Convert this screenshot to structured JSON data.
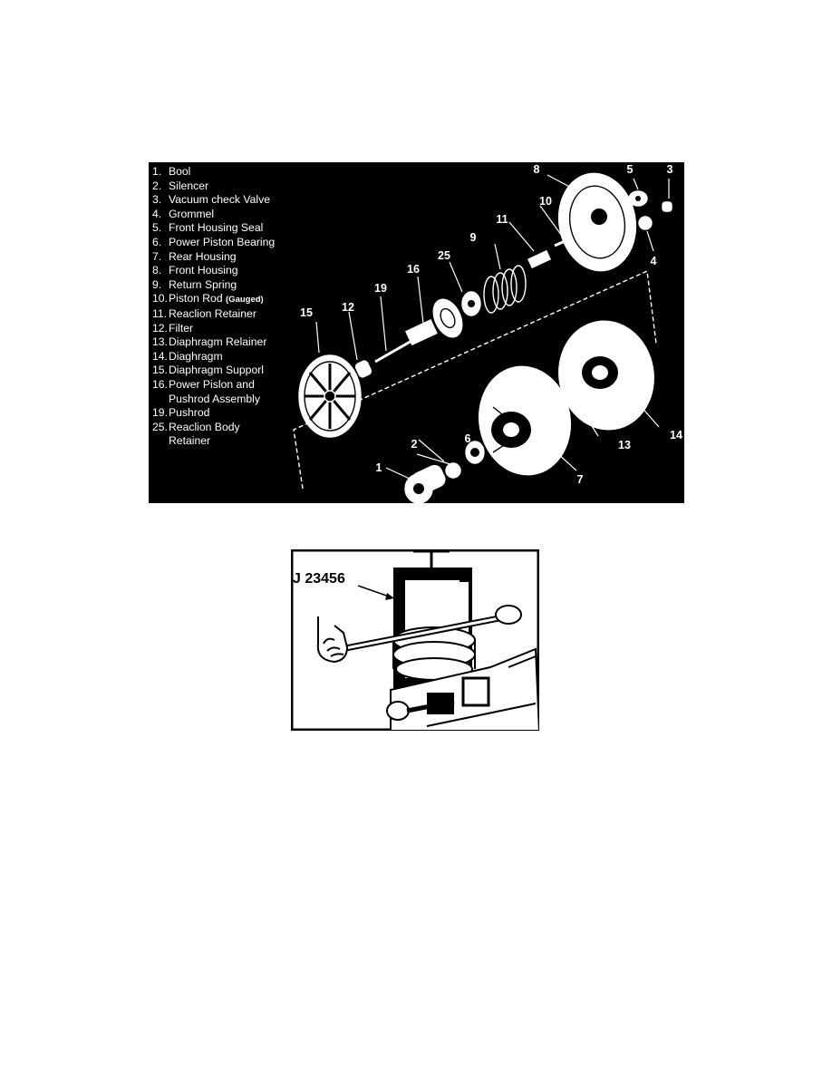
{
  "legend": [
    {
      "num": "1.",
      "text": "Bool"
    },
    {
      "num": "2.",
      "text": "Silencer"
    },
    {
      "num": "3.",
      "text": "Vacuum check Valve"
    },
    {
      "num": "4.",
      "text": "Grommel"
    },
    {
      "num": "5.",
      "text": "Front Housing Seal"
    },
    {
      "num": "6.",
      "text": "Power Piston Bearing"
    },
    {
      "num": "7.",
      "text": "Rear Housing"
    },
    {
      "num": "8.",
      "text": "Front Housing"
    },
    {
      "num": "9.",
      "text": "Return Spring"
    },
    {
      "num": "10.",
      "text": "Piston Rod",
      "suffix": "(Gauged)"
    },
    {
      "num": "11.",
      "text": "Reaclion Retainer"
    },
    {
      "num": "12.",
      "text": "Filter"
    },
    {
      "num": "13.",
      "text": "Diaphragm Relainer"
    },
    {
      "num": "14.",
      "text": "Diaghragm"
    },
    {
      "num": "15.",
      "text": "Diaphragm Supporl"
    },
    {
      "num": "16.",
      "text": "Power Pislon and",
      "cont": "Pushrod Assembly"
    },
    {
      "num": "19.",
      "text": "Pushrod"
    },
    {
      "num": "25.",
      "text": "Reaclion Body",
      "cont": "Retainer"
    }
  ],
  "callouts": {
    "c1": "1",
    "c2": "2",
    "c3": "3",
    "c4": "4",
    "c5": "5",
    "c6": "6",
    "c7": "7",
    "c8": "8",
    "c9": "9",
    "c10": "10",
    "c11": "11",
    "c12": "12",
    "c13": "13",
    "c14": "14",
    "c15": "15",
    "c16": "16",
    "c19": "19",
    "c25": "25"
  },
  "tool": {
    "label": "J 23456"
  }
}
